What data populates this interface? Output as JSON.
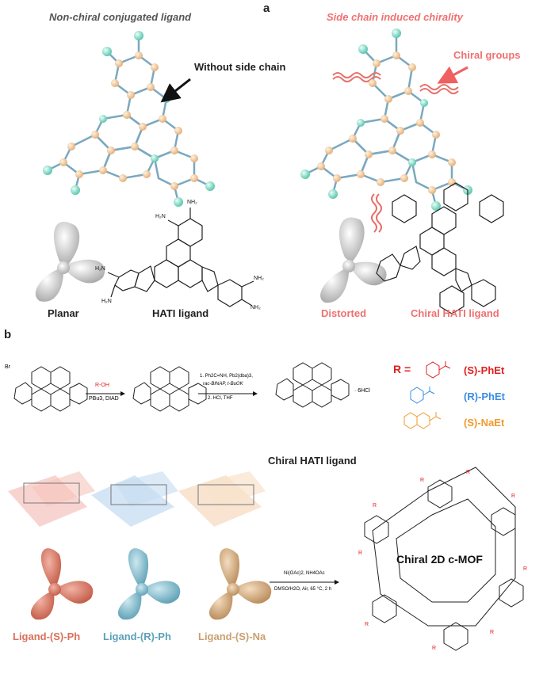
{
  "panel_a": {
    "letter": "a",
    "left_title": "Non-chiral conjugated ligand",
    "right_title": "Side chain induced chirality",
    "without_side_chain": "Without side chain",
    "chiral_groups": "Chiral groups",
    "planar": "Planar",
    "hati_ligand": "HATI ligand",
    "distorted": "Distorted",
    "chiral_hati_ligand": "Chiral HATI ligand",
    "colors": {
      "left_title": "#555555",
      "right_title": "#f07070",
      "black": "#222222",
      "red": "#f07070"
    }
  },
  "panel_b": {
    "letter": "b",
    "reagent_1_top": "R-OH",
    "reagent_1_bottom": "PBu3, DIAD",
    "reagent_2_line1": "1. Ph2C=NH, Pb2(dba)3,",
    "reagent_2_line2": "rac-BINAP, t-BuOK",
    "reagent_2_line3": "2. HCl, THF",
    "salt": "· 6HCl",
    "chiral_hati_label": "Chiral HATI ligand",
    "r_equals": "R =",
    "substituents": [
      {
        "name": "(S)-PhEt",
        "color": "#e02020"
      },
      {
        "name": "(R)-PhEt",
        "color": "#3a8de0"
      },
      {
        "name": "(S)-NaEt",
        "color": "#f29a2e"
      }
    ],
    "ligands": [
      {
        "name": "Ligand-(S)-Ph",
        "color": "#d9705a"
      },
      {
        "name": "Ligand-(R)-Ph",
        "color": "#5aa0b8"
      },
      {
        "name": "Ligand-(S)-Na",
        "color": "#c9a070"
      }
    ],
    "mof_reagent_1": "Ni(OAc)2, NH4OAc",
    "mof_reagent_2": "DMSO/H2O, Air, 65 °C, 2 h",
    "mof_label": "Chiral 2D c-MOF"
  }
}
